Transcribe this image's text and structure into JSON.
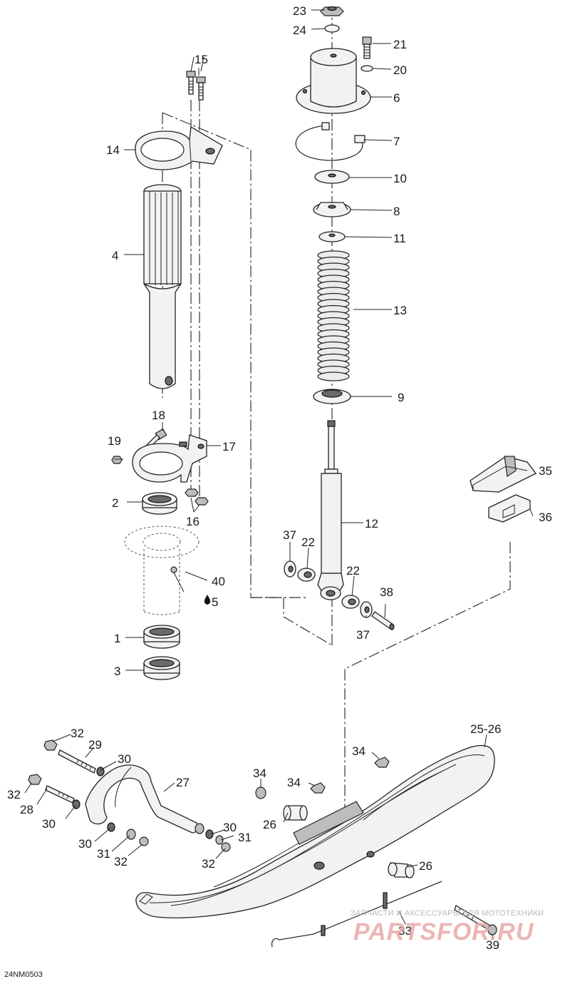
{
  "diagram": {
    "code": "24NM0503",
    "watermark_top": "ЗАПЧАСТИ И АКСЕССУАРЫ ДЛЯ МОТОТЕХНИКИ",
    "watermark_logo": "PARTSFOR.RU",
    "callouts": [
      "23",
      "24",
      "21",
      "20",
      "6",
      "7",
      "10",
      "8",
      "11",
      "13",
      "9",
      "12",
      "15",
      "14",
      "4",
      "18",
      "19",
      "17",
      "2",
      "16",
      "40",
      "5",
      "1",
      "3",
      "35",
      "36",
      "37",
      "22",
      "22",
      "38",
      "37",
      "25-26",
      "32",
      "29",
      "30",
      "27",
      "34",
      "34",
      "34",
      "32",
      "28",
      "30",
      "26",
      "30",
      "31",
      "30",
      "31",
      "32",
      "32",
      "26",
      "33",
      "39"
    ]
  }
}
